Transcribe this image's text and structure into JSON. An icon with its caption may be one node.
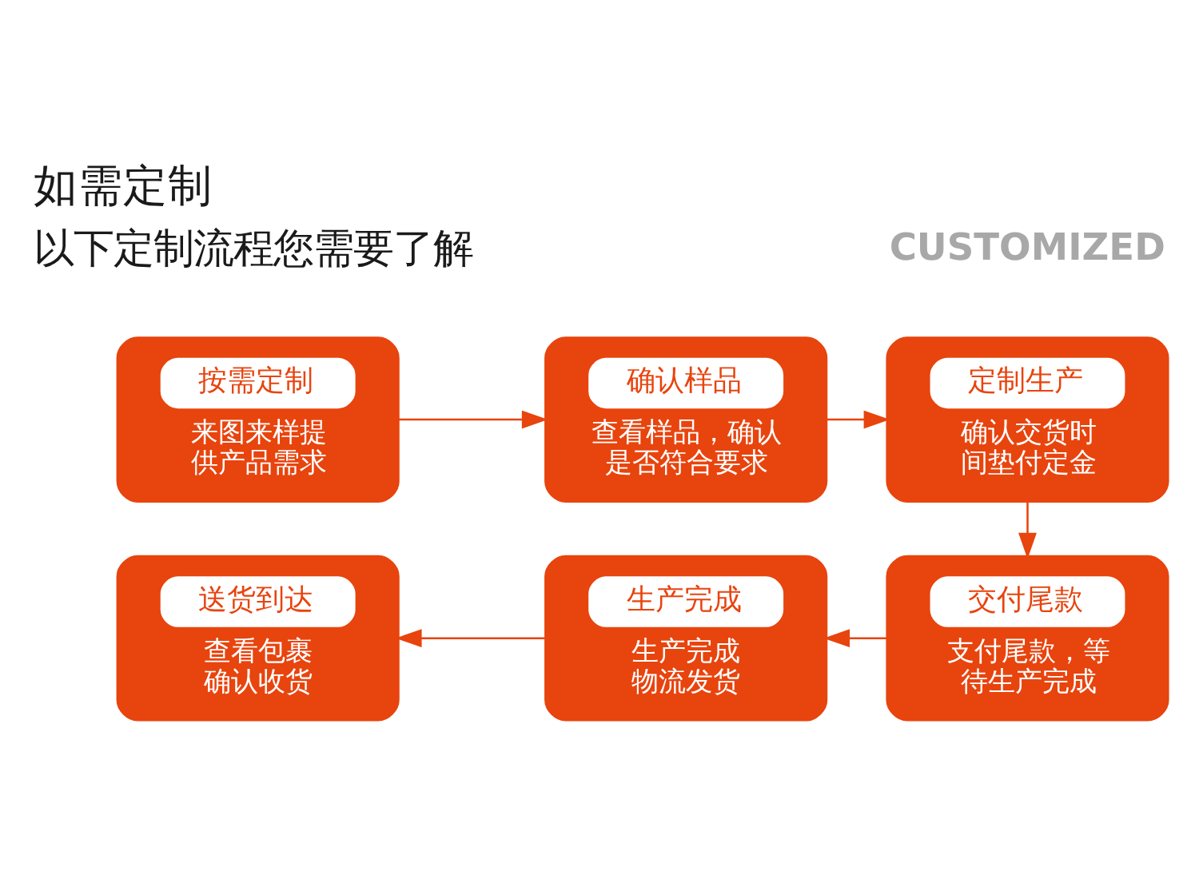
{
  "diagram": {
    "title": "如需定制",
    "nodes": [
      {
        "text": [
          "按需定制",
          "来图来样提供产品需求"
        ]
      },
      {
        "text": [
          "确认样品",
          "查看样品，确认是否符合要求"
        ]
      },
      {
        "text": [
          "定制生产",
          "确认交货时间垫付定金"
        ]
      },
      {
        "text": [
          "送货到达",
          "查看包裹确认收货"
        ]
      },
      {
        "text": [
          "生产完成",
          "生产完成物流发货"
        ]
      },
      {
        "text": [
          "交付尾款",
          "支付尾款，等待生产完成"
        ]
      }
    ],
    "edges": [
      {
        "from": 0,
        "to": 1,
        "arrow": "to"
      },
      {
        "from": 1,
        "to": 2,
        "arrow": "to"
      },
      {
        "from": 2,
        "to": 5,
        "arrow": "to"
      },
      {
        "from": 5,
        "to": 4,
        "arrow": "to"
      },
      {
        "from": 4,
        "to": 3,
        "arrow": "to"
      }
    ],
    "labels": [
      "CUSTOMIZED",
      "以下定制流程您需要了解"
    ]
  }
}
